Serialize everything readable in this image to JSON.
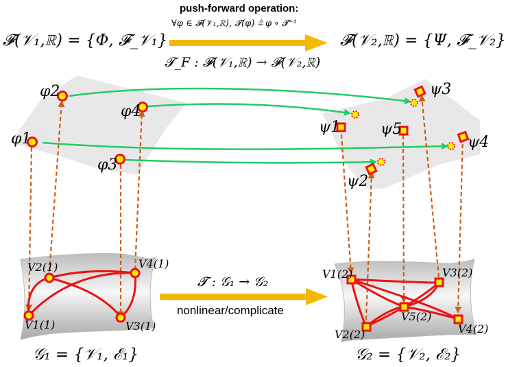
{
  "header": {
    "title": "push-forward operation:",
    "definition": "∀φ ∈ 𝓕(𝒱₁,ℝ), 𝓣(φ) ≜ φ ∘ 𝓣⁻¹",
    "operator": "𝓣_F : 𝓕(𝒱₁,ℝ) → 𝓕(𝒱₂,ℝ)",
    "left_space": "𝓕(𝒱₁,ℝ) = {Φ, 𝓕_𝒱₁}",
    "right_space": "𝓕(𝒱₂,ℝ) = {Ψ, 𝓕_𝒱₂}"
  },
  "left_functions": [
    "φ2",
    "φ4",
    "φ1",
    "φ3"
  ],
  "right_functions": [
    "ψ3",
    "ψ1",
    "ψ5",
    "ψ4",
    "ψ2"
  ],
  "middle": {
    "mapping": "𝓣 : 𝒢₁ → 𝒢₂",
    "caption": "nonlinear/complicate"
  },
  "left_graph": {
    "label": "𝒢₁ = {𝒱₁, ℰ₁}",
    "vertices": [
      "V2(1)",
      "V4(1)",
      "V1(1)",
      "V3(1)"
    ]
  },
  "right_graph": {
    "label": "𝒢₂ = {𝒱₂, ℰ₂}",
    "vertices": [
      "V1(2)",
      "V3(2)",
      "V5(2)",
      "V2(2)",
      "V4(2)"
    ]
  },
  "colors": {
    "function_arrow": "#22cc66",
    "dashed_arrow": "#c8601a",
    "big_arrow": "#f5b800",
    "edge": "#ee1111",
    "node_fill": "#ffee00",
    "node_stroke": "#ee1111"
  }
}
